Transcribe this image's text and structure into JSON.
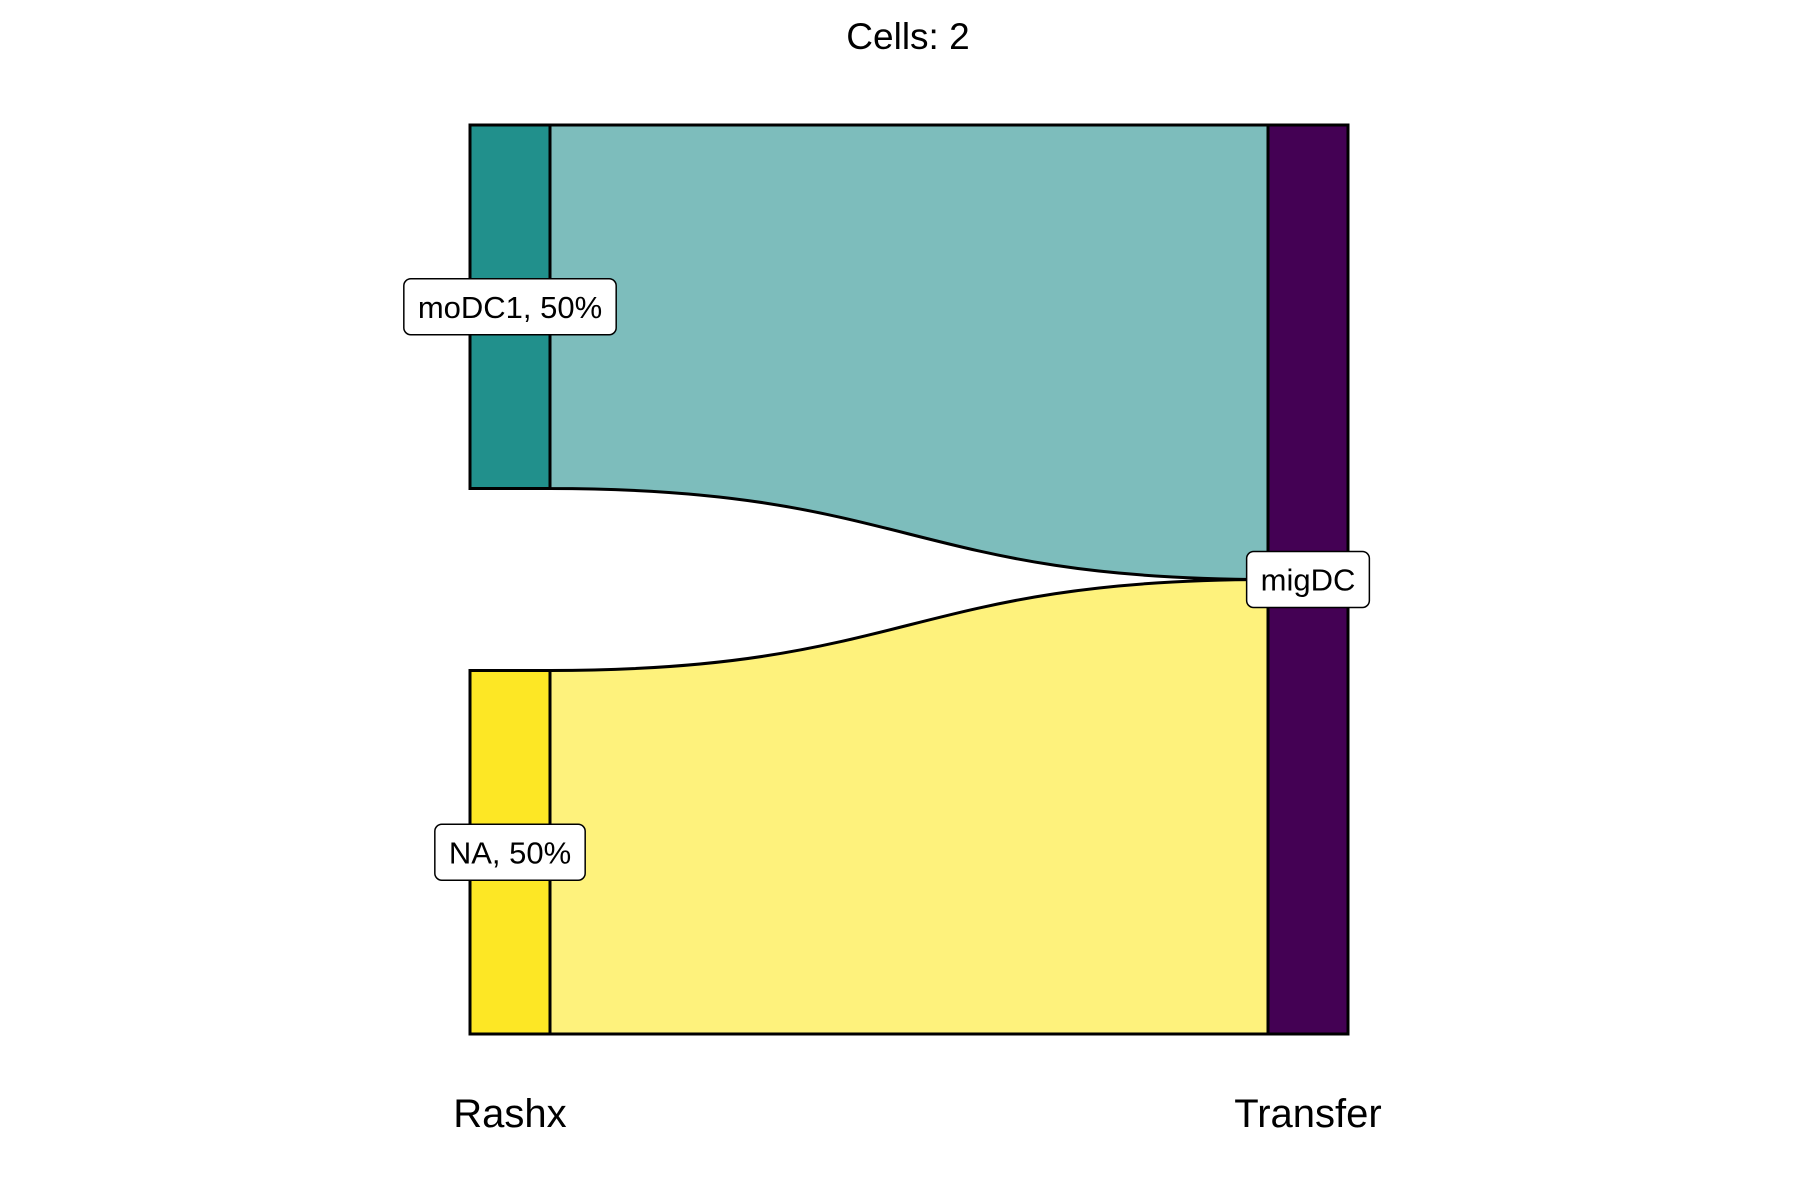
{
  "chart_data": {
    "type": "sankey",
    "title": "Cells:  2",
    "axes": [
      "Rashx",
      "Transfer"
    ],
    "nodes": [
      {
        "axis": 0,
        "name": "moDC1",
        "label": "moDC1, 50%",
        "value": 1,
        "color": "#21908C"
      },
      {
        "axis": 0,
        "name": "NA",
        "label": "NA, 50%",
        "value": 1,
        "color": "#FDE725"
      },
      {
        "axis": 1,
        "name": "migDC",
        "label": "migDC",
        "value": 2,
        "color": "#440154"
      }
    ],
    "flows": [
      {
        "from": "moDC1",
        "to": "migDC",
        "value": 1,
        "color": "#7DBDBC"
      },
      {
        "from": "NA",
        "to": "migDC",
        "value": 1,
        "color": "#FEF27C"
      }
    ],
    "legend": "none",
    "grid": false
  }
}
